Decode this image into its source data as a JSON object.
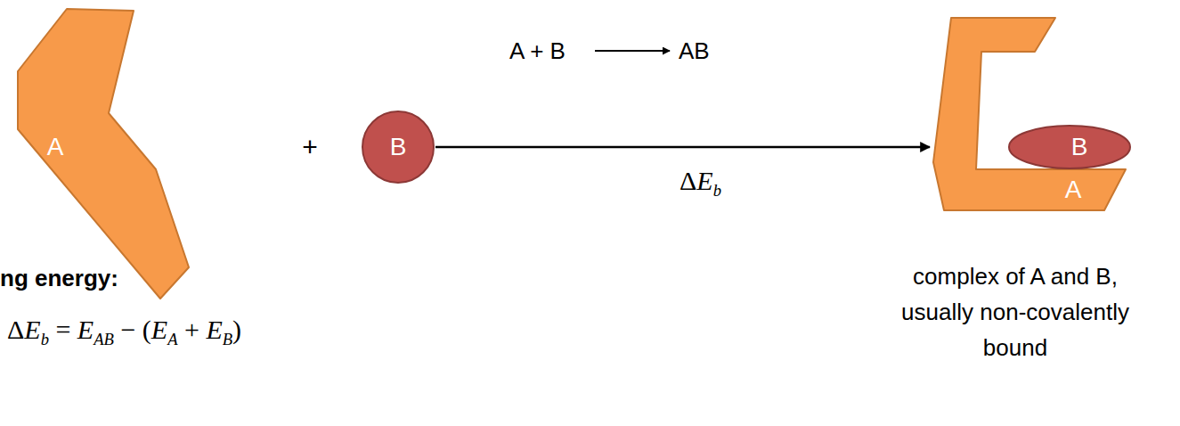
{
  "diagram": {
    "nodes": [
      {
        "text": [
          "A"
        ]
      },
      {
        "text": [
          "B"
        ]
      },
      {
        "text": [
          "A"
        ]
      },
      {
        "text": [
          "B"
        ]
      }
    ],
    "edges": [
      {
        "from": 1,
        "to": 2,
        "arrow": "to",
        "label": "ΔEb"
      }
    ],
    "labels": [
      "+",
      "A + B",
      "AB",
      "complex of A and B, usually non-covalently bound",
      "ng energy:",
      "ΔEb = EAB − (EA + EB)"
    ]
  }
}
